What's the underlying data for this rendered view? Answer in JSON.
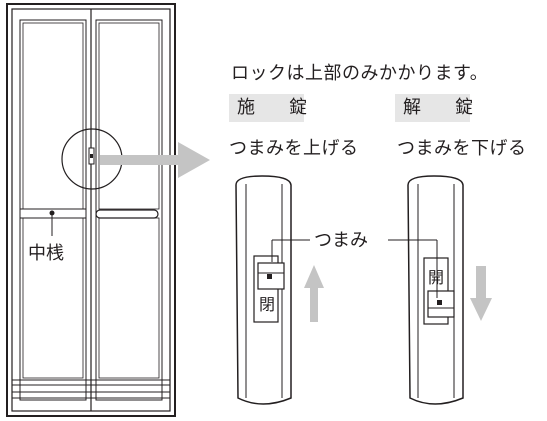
{
  "intro_text": "ロックは上部のみかかります。",
  "lock": {
    "badge": "施　錠",
    "caption": "つまみを上げる",
    "window_label": "閉"
  },
  "unlock": {
    "badge": "解　錠",
    "caption": "つまみを下げる",
    "window_label": "開"
  },
  "knob_label": "つまみ",
  "mullion_label": "中桟",
  "colors": {
    "badge_bg": "#e6e6e6",
    "arrow_gray": "#c4c4c4",
    "line": "#231f20"
  }
}
